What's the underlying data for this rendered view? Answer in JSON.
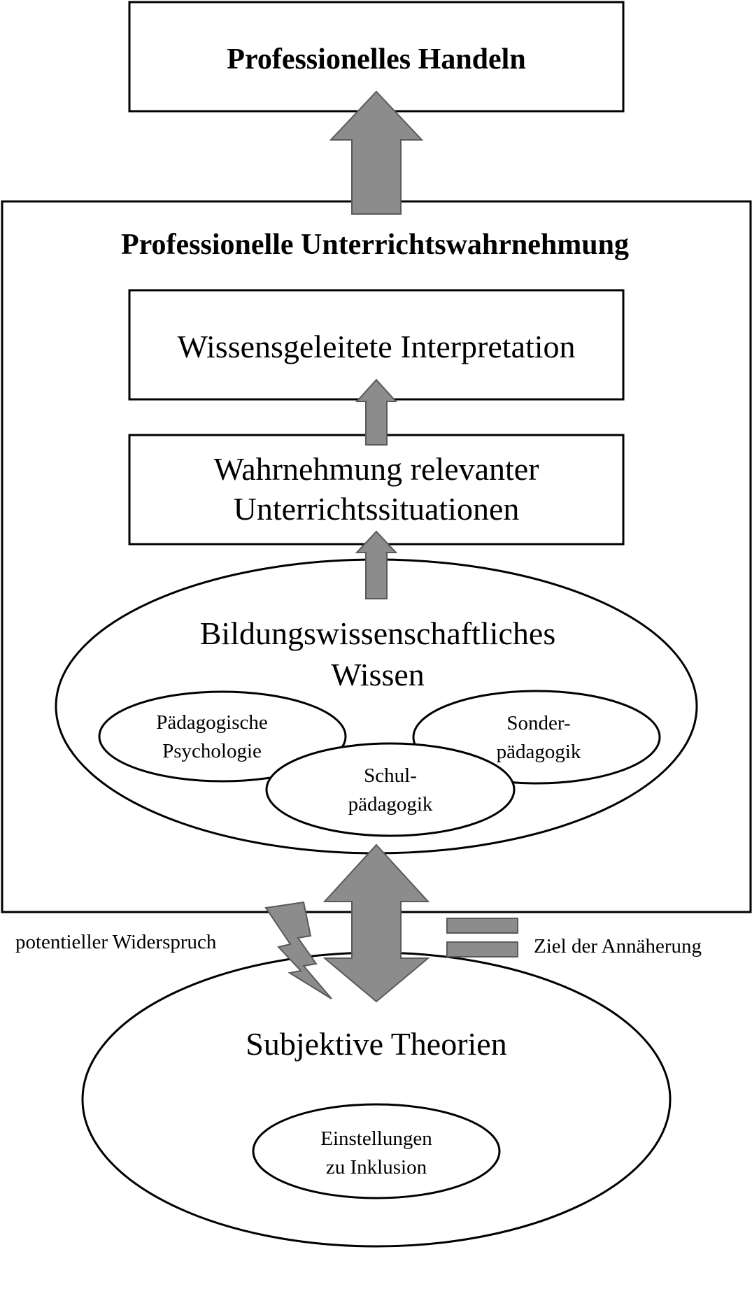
{
  "colors": {
    "stroke": "#000000",
    "arrow_fill": "#8c8c8c",
    "arrow_stroke": "#5a5a5a",
    "background": "#ffffff"
  },
  "boxes": {
    "professionelles_handeln": "Professionelles Handeln",
    "unterrichtswahrnehmung_title": "Professionelle Unterrichtswahrnehmung",
    "wissensgeleitete_interpretation": "Wissensgeleitete Interpretation",
    "wahrnehmung_line1": "Wahrnehmung relevanter",
    "wahrnehmung_line2": "Unterrichtssituationen"
  },
  "knowledge": {
    "title_line1": "Bildungswissenschaftliches",
    "title_line2": "Wissen",
    "psych_line1": "Pädagogische",
    "psych_line2": "Psychologie",
    "schul_line1": "Schul-",
    "schul_line2": "pädagogik",
    "sonder_line1": "Sonder-",
    "sonder_line2": "pädagogik"
  },
  "labels": {
    "widerspruch": "potentieller Widerspruch",
    "annaeherung": "Ziel der Annäherung"
  },
  "subjective": {
    "title": "Subjektive Theorien",
    "einstellungen_line1": "Einstellungen",
    "einstellungen_line2": "zu Inklusion"
  },
  "icons": {
    "up_arrow": "block-arrow-up-icon",
    "double_arrow": "double-arrow-icon",
    "lightning": "lightning-icon",
    "equals": "equals-icon"
  }
}
